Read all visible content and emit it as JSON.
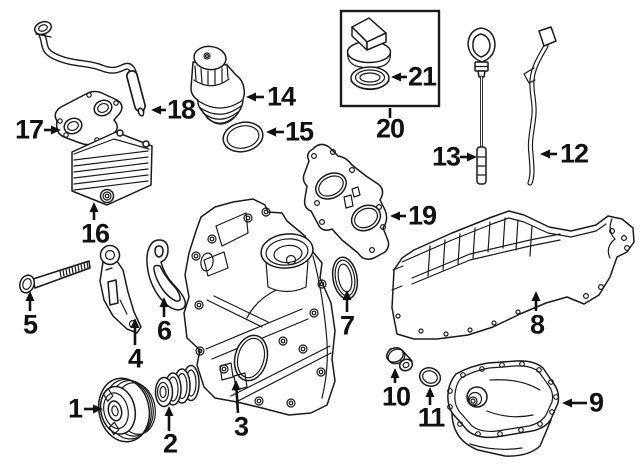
{
  "diagram": {
    "background_color": "#ffffff",
    "line_color": "#1a1a1a"
  },
  "callouts": [
    {
      "num": "1",
      "arrow": "right"
    },
    {
      "num": "2",
      "arrow": "up"
    },
    {
      "num": "3",
      "arrow": "up"
    },
    {
      "num": "4",
      "arrow": "up"
    },
    {
      "num": "5",
      "arrow": "up"
    },
    {
      "num": "6",
      "arrow": "up"
    },
    {
      "num": "7",
      "arrow": "up"
    },
    {
      "num": "8",
      "arrow": "up"
    },
    {
      "num": "9",
      "arrow": "left"
    },
    {
      "num": "10",
      "arrow": "up"
    },
    {
      "num": "11",
      "arrow": "up"
    },
    {
      "num": "12",
      "arrow": "left"
    },
    {
      "num": "13",
      "arrow": "right"
    },
    {
      "num": "14",
      "arrow": "left"
    },
    {
      "num": "15",
      "arrow": "left"
    },
    {
      "num": "16",
      "arrow": "up"
    },
    {
      "num": "17",
      "arrow": "right"
    },
    {
      "num": "18",
      "arrow": "left"
    },
    {
      "num": "19",
      "arrow": "left"
    },
    {
      "num": "20",
      "arrow": "none"
    },
    {
      "num": "21",
      "arrow": "left"
    }
  ]
}
